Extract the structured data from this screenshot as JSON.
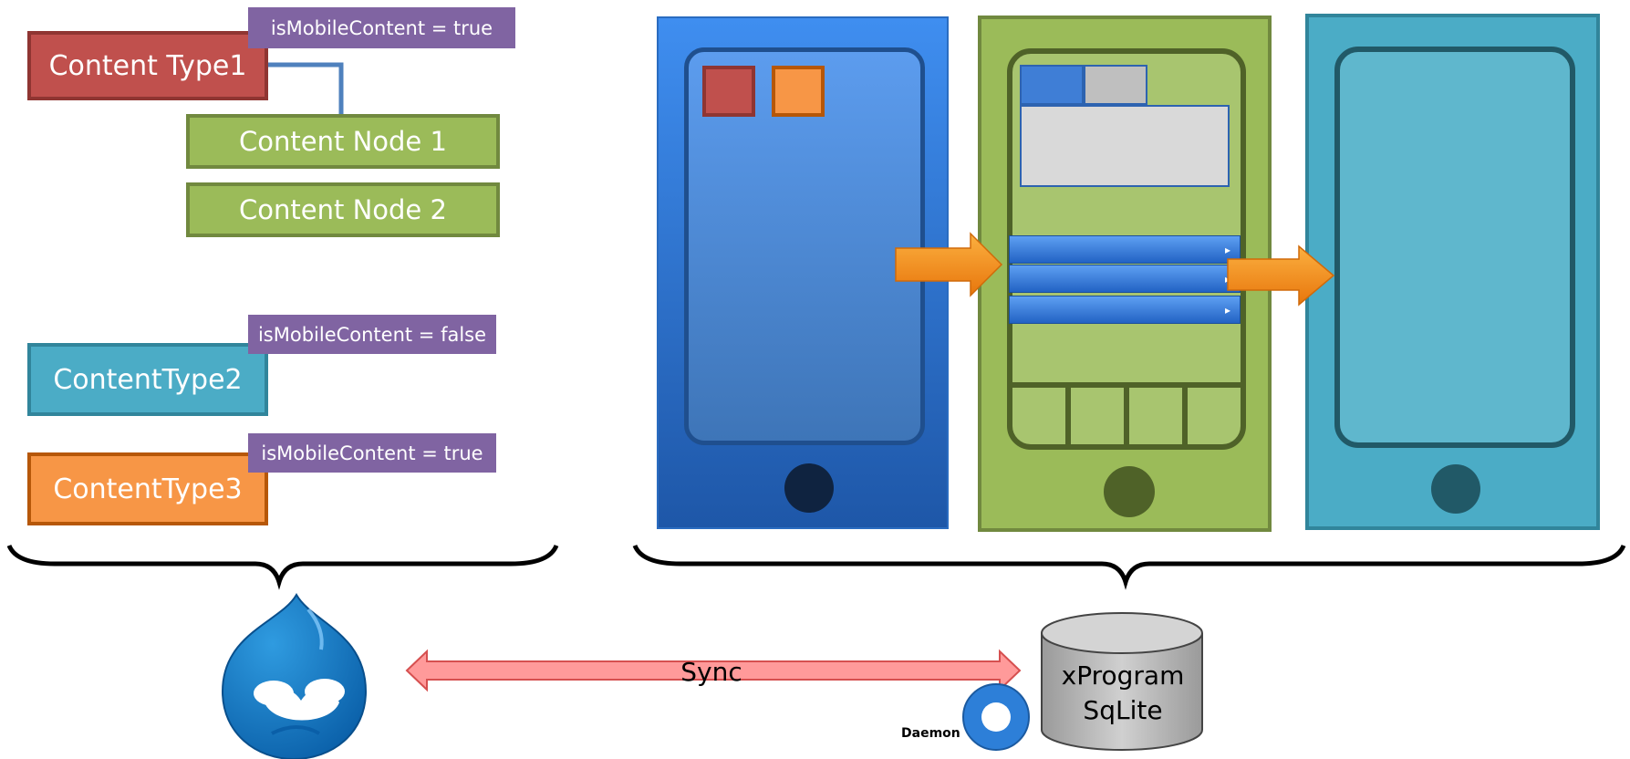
{
  "left_group": {
    "content_types": [
      {
        "label": "Content Type1",
        "color": "#c0504d"
      },
      {
        "label": "ContentType2",
        "color": "#4bacc6"
      },
      {
        "label": "ContentType3",
        "color": "#f79646"
      }
    ],
    "content_nodes": [
      "Content Node 1",
      "Content Node 2"
    ],
    "flags": [
      "isMobileContent  = true",
      "isMobileContent = false",
      "isMobileContent = true"
    ]
  },
  "phones": [
    {
      "color": "#3f8ef0"
    },
    {
      "color": "#9bbb59",
      "list_arrow": "▸"
    },
    {
      "color": "#4bacc6"
    }
  ],
  "bottom": {
    "cms_logo": "drupal-drop-icon",
    "sync_label": "Sync",
    "daemon_label": "Daemon",
    "database_label": "xProgram\nSqLite"
  }
}
